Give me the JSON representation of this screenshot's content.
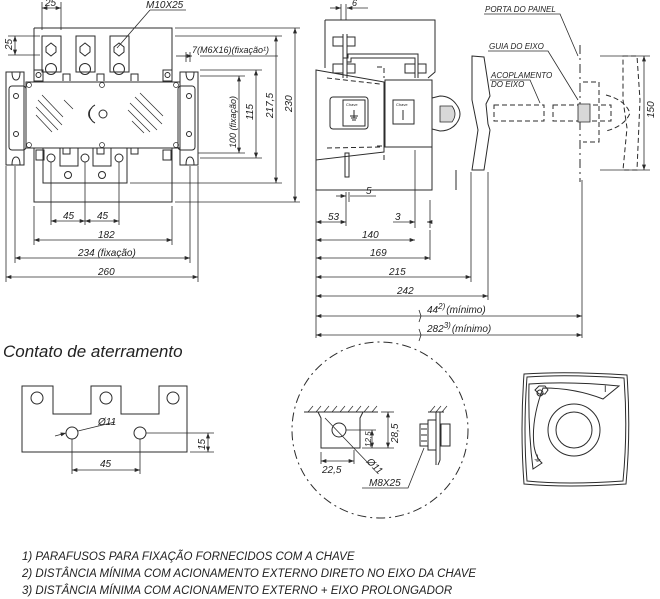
{
  "front_view": {
    "dim_terminal_width": "25",
    "dim_terminal_height": "25",
    "label_bolt": "M10X25",
    "label_fixing_hole": "7(M6X16)(fixação¹)",
    "dim_100": "100 (fixação)",
    "dim_115": "115",
    "dim_217": "217,5",
    "dim_230": "230",
    "dim_45a": "45",
    "dim_45b": "45",
    "dim_182": "182",
    "dim_234": "234 (fixação)",
    "dim_260": "260"
  },
  "side_view": {
    "dim_6": "6",
    "dim_5": "5",
    "dim_53": "53",
    "dim_3": "3",
    "dim_140": "140",
    "dim_169": "169",
    "dim_215": "215",
    "dim_242": "242",
    "dim_44": "44",
    "dim_44_sup": "2)",
    "dim_44_note": "(mínimo)",
    "dim_282": "282",
    "dim_282_sup": "3)",
    "dim_282_note": "(mínimo)",
    "label_panel_door": "PORTA DO PAINEL",
    "label_shaft_guide": "GUIA DO EIXO",
    "label_coupling_1": "ACOPLAMENTO",
    "label_coupling_2": "DO EIXO",
    "dim_150": "150",
    "switch_label_1": "Chave",
    "switch_label_2": "Chave"
  },
  "grounding": {
    "title": "Contato de aterramento",
    "dim_diameter": "Ø11",
    "dim_45": "45",
    "dim_15": "15"
  },
  "detail": {
    "dim_22": "22,5",
    "dim_12": "12,5",
    "dim_28": "28,5",
    "dim_diameter": "Ø11",
    "label_bolt": "M8X25"
  },
  "handle": {
    "position_on": "I",
    "position_ground": "⏚"
  },
  "notes": [
    "1) PARAFUSOS PARA FIXAÇÃO FORNECIDOS COM A CHAVE",
    "2) DISTÂNCIA MÍNIMA COM ACIONAMENTO EXTERNO DIRETO NO EIXO DA CHAVE",
    "3) DISTÂNCIA MÍNIMA COM ACIONAMENTO EXTERNO + EIXO PROLONGADOR"
  ]
}
